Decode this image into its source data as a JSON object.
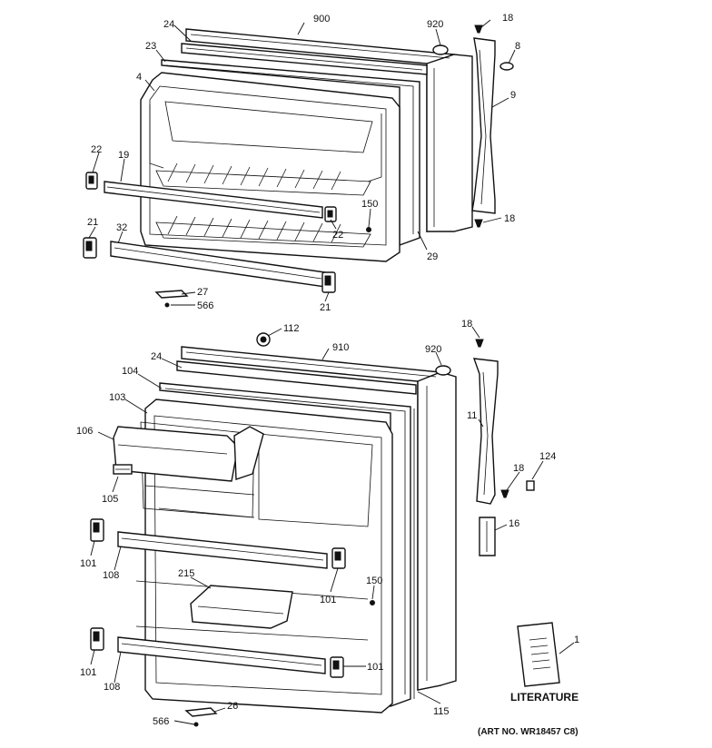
{
  "freezer_labels": {
    "l24": "24",
    "l900": "900",
    "l920": "920",
    "l18a": "18",
    "l8": "8",
    "l23": "23",
    "l4": "4",
    "l9": "9",
    "l22a": "22",
    "l19": "19",
    "l150": "150",
    "l22b": "22",
    "l21a": "21",
    "l32": "32",
    "l29": "29",
    "l18b": "18",
    "l27": "27",
    "l566": "566",
    "l21b": "21"
  },
  "fresh_food_labels": {
    "l112": "112",
    "l18": "18",
    "l910": "910",
    "l920": "920",
    "l24": "24",
    "l104": "104",
    "l103": "103",
    "l106": "106",
    "l11": "11",
    "l124": "124",
    "l18c": "18",
    "l105": "105",
    "l16": "16",
    "l101a": "101",
    "l108a": "108",
    "l215": "215",
    "l150": "150",
    "l101b": "101",
    "l1": "1",
    "l101c": "101",
    "l101d": "101",
    "l108b": "108",
    "l26": "26",
    "l566": "566",
    "l115": "115"
  },
  "literature_label": "LITERATURE",
  "art_number": "(ART NO. WR18457 C8)"
}
